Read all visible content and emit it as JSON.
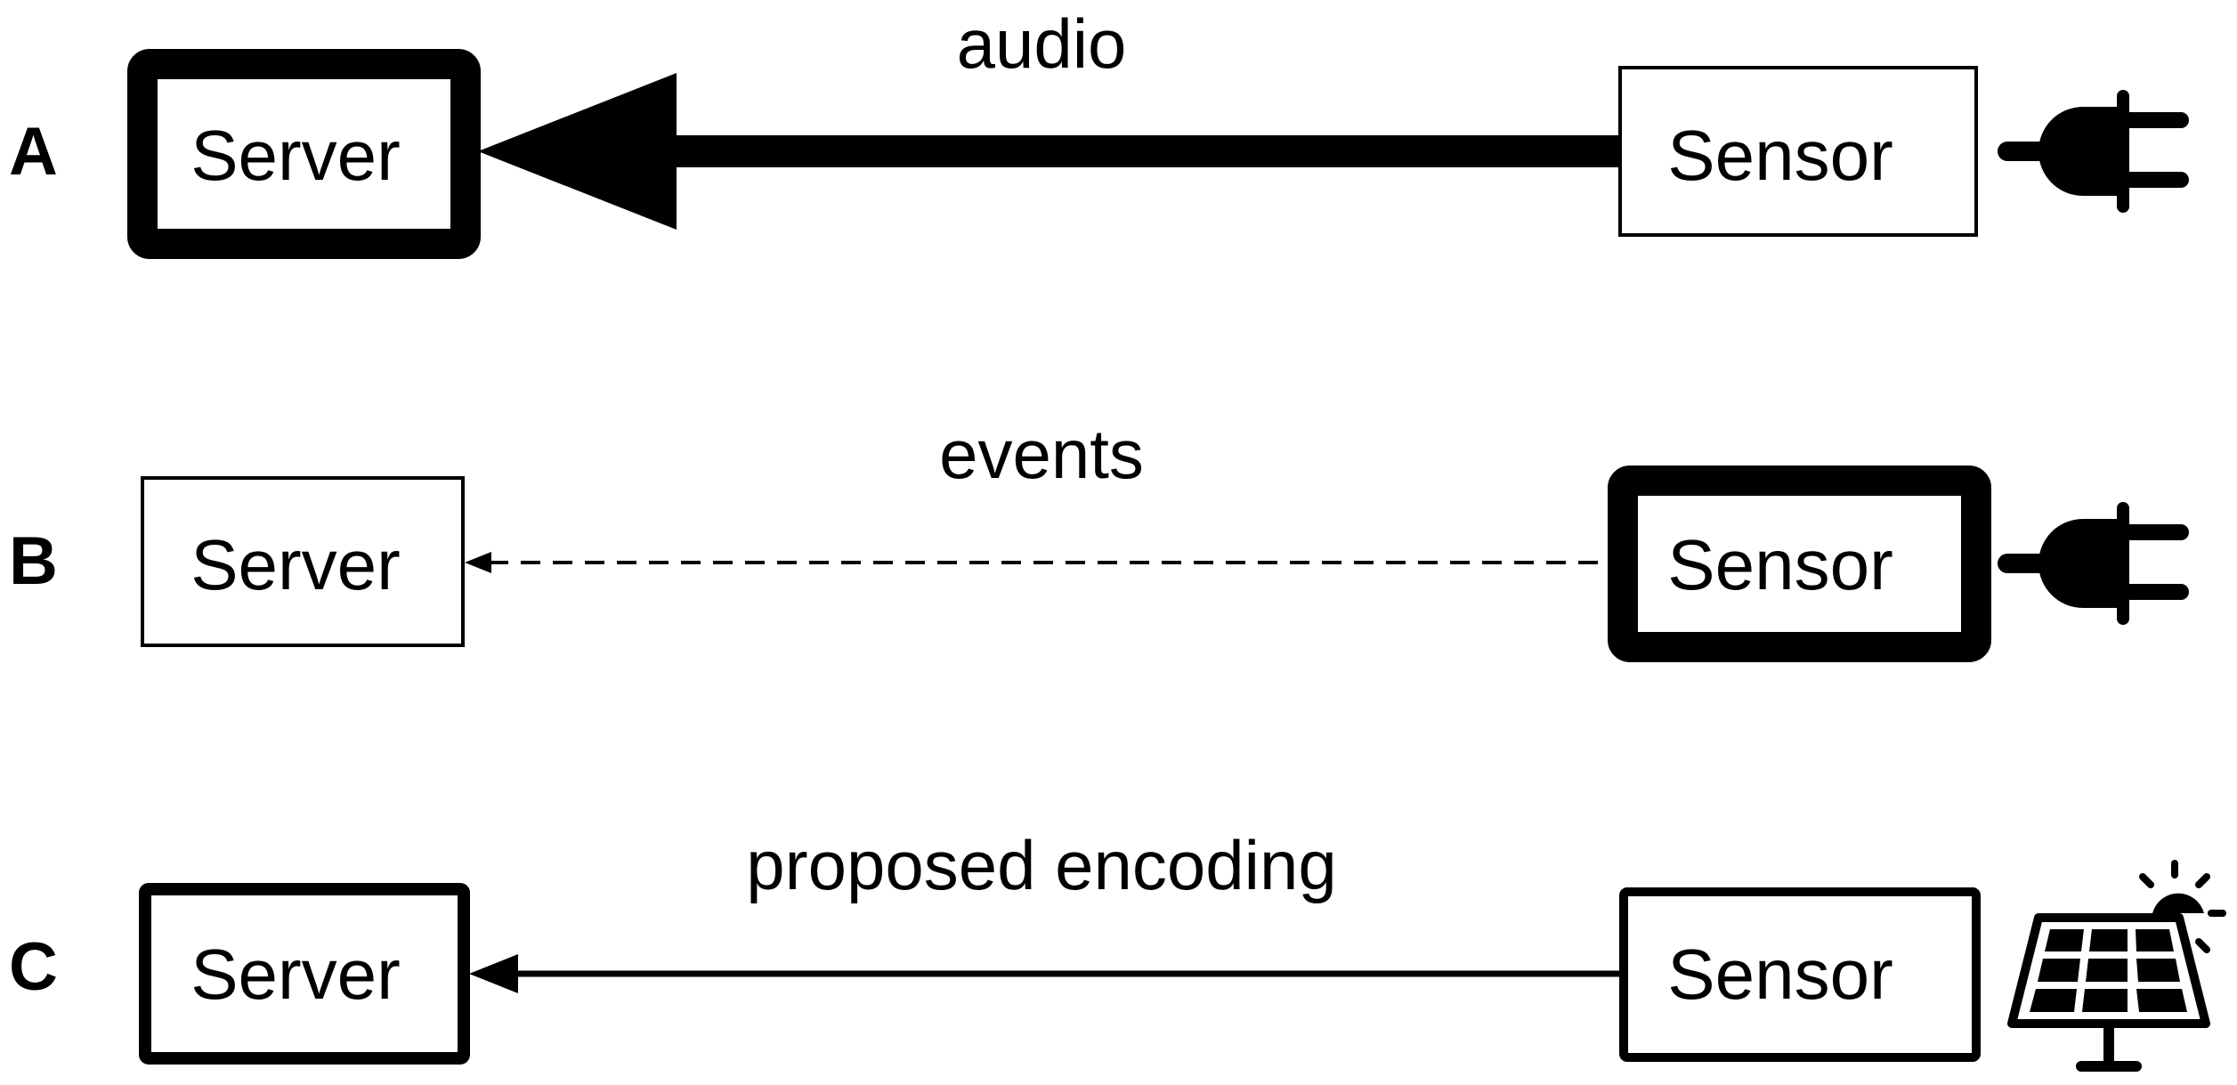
{
  "rows": [
    {
      "id": "A",
      "label": "A",
      "server": {
        "label": "Server",
        "emphasis": "thick"
      },
      "sensor": {
        "label": "Sensor",
        "emphasis": "thin"
      },
      "edge": {
        "label": "audio",
        "style": "very-thick"
      },
      "power_source": {
        "icon": "plug-icon"
      }
    },
    {
      "id": "B",
      "label": "B",
      "server": {
        "label": "Server",
        "emphasis": "thin"
      },
      "sensor": {
        "label": "Sensor",
        "emphasis": "thick"
      },
      "edge": {
        "label": "events",
        "style": "dashed"
      },
      "power_source": {
        "icon": "plug-icon"
      }
    },
    {
      "id": "C",
      "label": "C",
      "server": {
        "label": "Server",
        "emphasis": "medium"
      },
      "sensor": {
        "label": "Sensor",
        "emphasis": "medium"
      },
      "edge": {
        "label": "proposed encoding",
        "style": "thin"
      },
      "power_source": {
        "icon": "solar-panel-icon"
      }
    }
  ],
  "colors": {
    "stroke": "#000000",
    "background": "#ffffff"
  }
}
